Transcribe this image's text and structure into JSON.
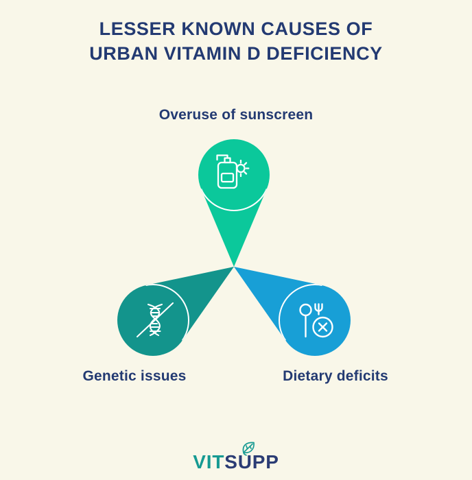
{
  "title": {
    "line1": "LESSER KNOWN CAUSES OF",
    "line2": "URBAN VITAMIN D DEFICIENCY"
  },
  "causes": [
    {
      "label": "Overuse of sunscreen",
      "icon": "sunscreen-bottle-sun-icon",
      "color": "#0bc89b"
    },
    {
      "label": "Genetic issues",
      "icon": "dna-crossed-icon",
      "color": "#13948c"
    },
    {
      "label": "Dietary deficits",
      "icon": "cutlery-crossed-icon",
      "color": "#189fd6"
    }
  ],
  "logo": {
    "text_primary": "VIT",
    "text_secondary": "SUPP",
    "icon": "leaf-icon",
    "color_primary": "#169a92",
    "color_secondary": "#2b3c74"
  },
  "colors": {
    "background": "#f9f7e9",
    "heading": "#233a72",
    "icon_stroke": "#ffffff"
  }
}
